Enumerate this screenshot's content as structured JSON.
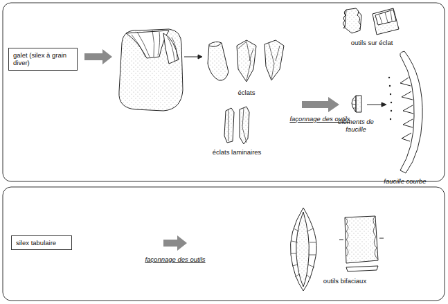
{
  "diagram": {
    "nodes": [
      {
        "text": [
          "galet (silex à grain diver)"
        ]
      },
      {
        "text": [
          "silex tabulaire"
        ]
      }
    ],
    "labels": [
      "éclats",
      "éclats laminaires",
      "façonnage des outils",
      "outils sur éclat",
      "éléments de faucille",
      "faucille courbe",
      "façonnage des outils",
      "outils bifaciaux"
    ]
  }
}
